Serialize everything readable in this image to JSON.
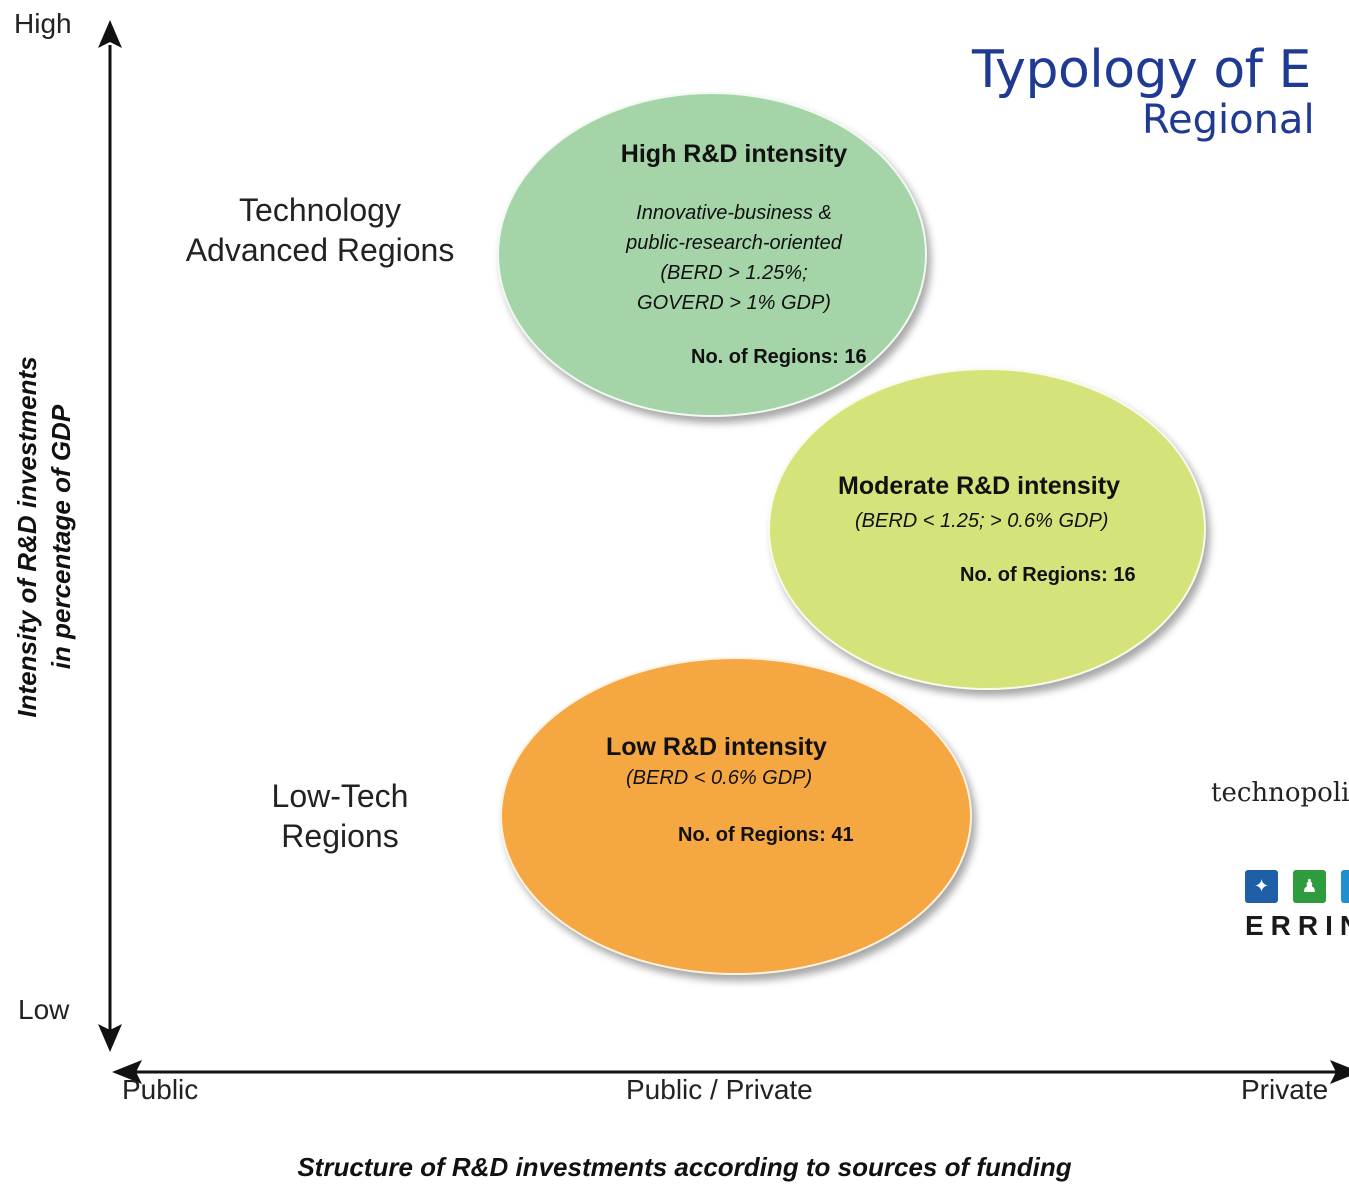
{
  "title": {
    "main": "Typology of  E",
    "sub": "Regional"
  },
  "axes": {
    "y_high": "High",
    "y_low": "Low",
    "y_title_line1": "Intensity of R&D investments",
    "y_title_line2": "in percentage of GDP",
    "x_left": "Public",
    "x_middle": "Public / Private",
    "x_right": "Private",
    "x_title": "Structure of R&D investments according to sources of funding"
  },
  "region_labels": {
    "tech_line1": "Technology",
    "tech_line2": "Advanced Regions",
    "low_line1": "Low-Tech",
    "low_line2": "Regions"
  },
  "clusters": {
    "high": {
      "title": "High R&D intensity",
      "desc_line1": "Innovative-business &",
      "desc_line2": "public-research-oriented",
      "desc_line3": "(BERD > 1.25%;",
      "desc_line4": "GOVERD > 1% GDP)",
      "count": "No. of Regions: 16",
      "color": "#a6d4a9"
    },
    "moderate": {
      "title": "Moderate R&D intensity",
      "desc_line1": "(BERD < 1.25; > 0.6% GDP)",
      "count": "No. of Regions: 16",
      "color": "#d6e27a"
    },
    "low": {
      "title": "Low R&D intensity",
      "desc_line1": "(BERD < 0.6% GDP)",
      "count": "No. of Regions: 41",
      "color": "#f5a742"
    }
  },
  "logos": {
    "technopolis": "technopolis",
    "erri": "ERRIN",
    "erri_icons": [
      "star-flag-icon",
      "person-icon",
      "square-icon"
    ],
    "erri_colors": [
      "#1f5fa8",
      "#2e9b3e",
      "#1f8fd0"
    ]
  },
  "colors": {
    "title": "#1f3a93",
    "axis": "#111111"
  }
}
